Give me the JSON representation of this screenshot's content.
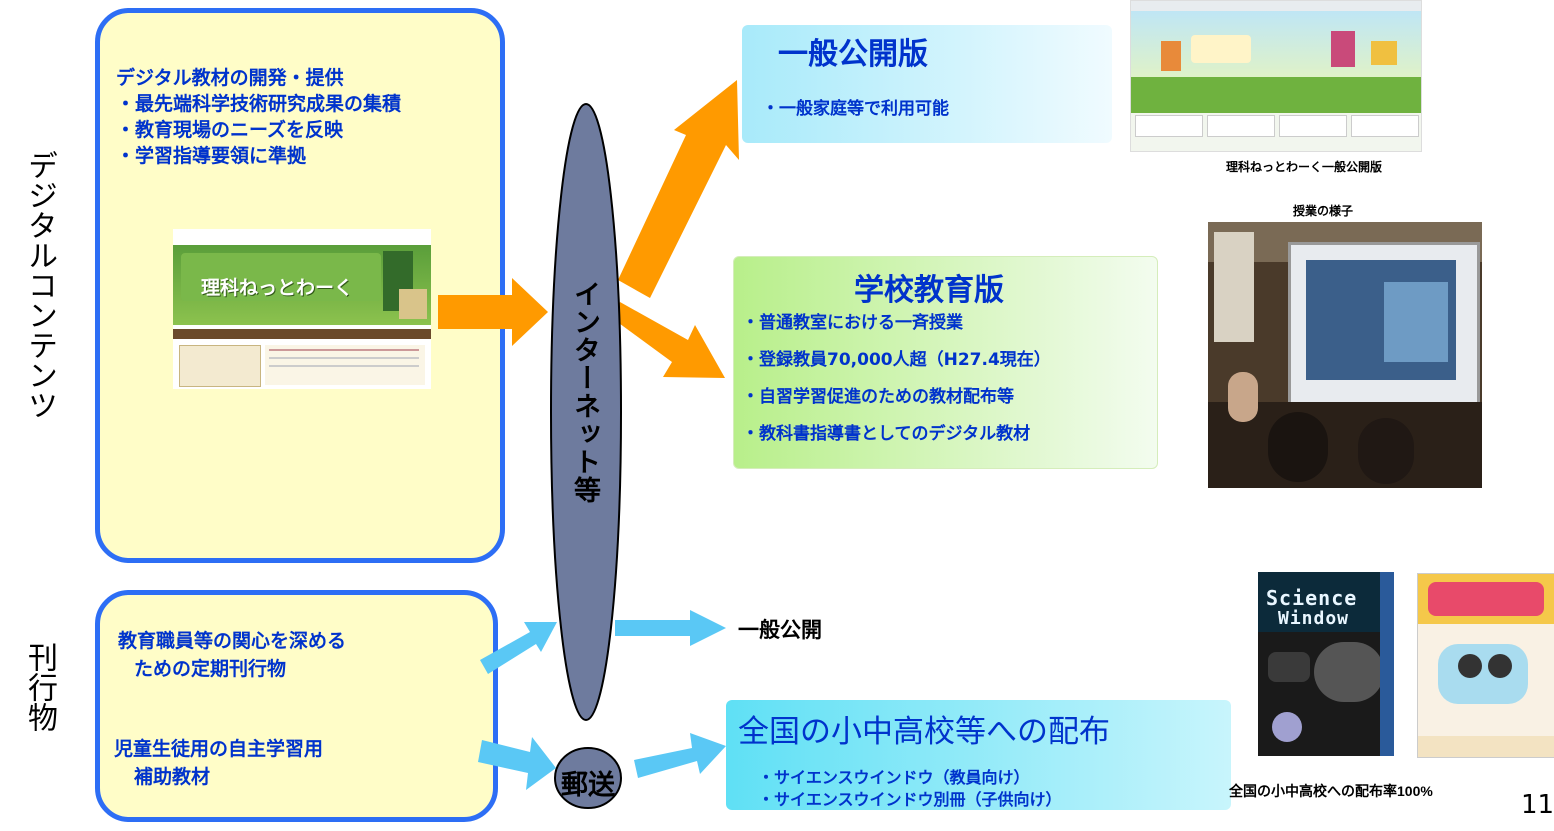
{
  "labels": {
    "digital_content": "デジタルコンテンツ",
    "publications": "刊行物"
  },
  "digital_box": {
    "title": "デジタル教材の開発・提供",
    "items": [
      "・最先端科学技術研究成果の集積",
      "・教育現場のニーズを反映",
      "・学習指導要領に準拠"
    ],
    "screenshot_title": "理科ねっとわーく"
  },
  "publications_box": {
    "item1_line1": "教育職員等の関心を深める",
    "item1_line2": "ための定期刊行物",
    "item2_line1": "児童生徒用の自主学習用",
    "item2_line2": "補助教材"
  },
  "internet_label": "インターネット等",
  "mail_label": "郵送",
  "public_version": {
    "title": "一般公開版",
    "item": "・一般家庭等で利用可能"
  },
  "school_version": {
    "title": "学校教育版",
    "items": [
      "・普通教室における一斉授業",
      "・登録教員70,000人超（H27.4現在）",
      "・自習学習促進のための教材配布等",
      "・教科書指導書としてのデジタル教材"
    ]
  },
  "general_public_label": "一般公開",
  "distribution": {
    "title": "全国の小中高校等への配布",
    "items": [
      "・サイエンスウインドウ（教員向け）",
      "・サイエンスウインドウ別冊（子供向け）"
    ]
  },
  "captions": {
    "public_screenshot": "理科ねっとわーく一般公開版",
    "class_photo": "授業の様子",
    "distribution_rate": "全国の小中高校への配布率100%"
  },
  "magazine": {
    "title1": "Science",
    "title2": "Window"
  },
  "page_number": "11",
  "colors": {
    "box_border": "#2d6ef5",
    "box_fill": "#fffdc8",
    "orange_arrow": "#ff9a00",
    "light_blue_arrow": "#5ac8f5",
    "text_blue": "#0033cc",
    "ellipse": "#6e7b9e"
  }
}
